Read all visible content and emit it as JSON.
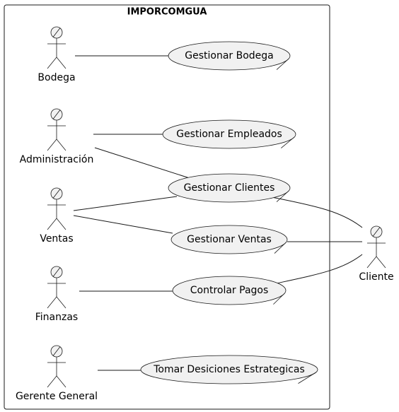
{
  "diagram": {
    "system_name": "IMPORCOMGUA",
    "colors": {
      "line": "#181818",
      "fill": "#f1f1f1",
      "text": "#000000",
      "background": "#ffffff"
    },
    "actors": [
      {
        "id": "bodega",
        "label": "Bodega"
      },
      {
        "id": "administracion",
        "label": "Administración"
      },
      {
        "id": "ventas",
        "label": "Ventas"
      },
      {
        "id": "finanzas",
        "label": "Finanzas"
      },
      {
        "id": "gerente-general",
        "label": "Gerente General"
      },
      {
        "id": "cliente",
        "label": "Cliente"
      }
    ],
    "use_cases": [
      {
        "id": "gestionar-bodega",
        "label": "Gestionar Bodega"
      },
      {
        "id": "gestionar-empleados",
        "label": "Gestionar Empleados"
      },
      {
        "id": "gestionar-clientes",
        "label": "Gestionar Clientes"
      },
      {
        "id": "gestionar-ventas",
        "label": "Gestionar Ventas"
      },
      {
        "id": "controlar-pagos",
        "label": "Controlar Pagos"
      },
      {
        "id": "tomar-desiciones",
        "label": "Tomar Desiciones Estrategicas"
      }
    ],
    "associations": [
      {
        "from": "bodega",
        "to": "gestionar-bodega"
      },
      {
        "from": "administracion",
        "to": "gestionar-empleados"
      },
      {
        "from": "administracion",
        "to": "gestionar-clientes"
      },
      {
        "from": "ventas",
        "to": "gestionar-clientes"
      },
      {
        "from": "ventas",
        "to": "gestionar-ventas"
      },
      {
        "from": "finanzas",
        "to": "controlar-pagos"
      },
      {
        "from": "gerente-general",
        "to": "tomar-desiciones"
      },
      {
        "from": "gestionar-clientes",
        "to": "cliente"
      },
      {
        "from": "gestionar-ventas",
        "to": "cliente"
      },
      {
        "from": "controlar-pagos",
        "to": "cliente"
      }
    ]
  }
}
